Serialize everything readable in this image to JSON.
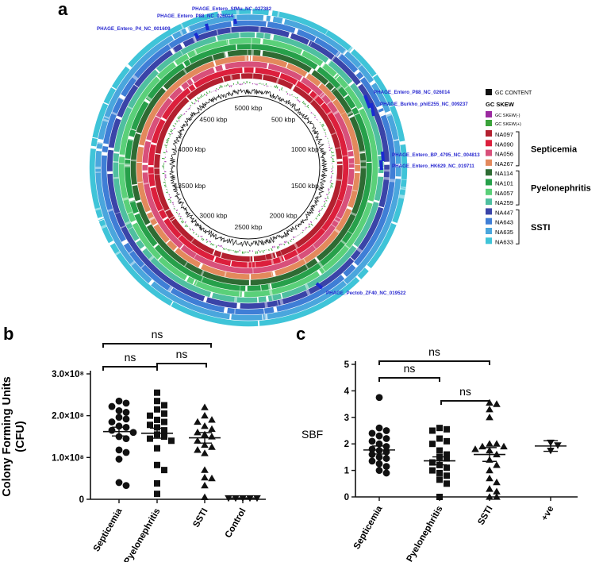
{
  "panel_a": {
    "letter": "a",
    "kbp_labels": [
      "5000 kbp",
      "500 kbp",
      "1000 kbp",
      "1500 kbp",
      "2000 kbp",
      "2500 kbp",
      "3000 kbp",
      "3500 kbp",
      "4000 kbp",
      "4500 kbp"
    ],
    "phage_labels": [
      "PHAGE_Entero_SfMu_NC_027382",
      "PHAGE_Entero_P88_NC_026014",
      "PHAGE_Entero_P4_NC_001609",
      "PHAGE_Entero_P88_NC_026014",
      "PHAGE_Burkho_phiE255_NC_009237",
      "PHAGE_Entero_BP_4795_NC_004813",
      "PHAGE_Entero_HK629_NC_019711",
      "PHAGE_Pectob_ZF40_NC_019522"
    ],
    "legend": {
      "gc_content": "GC CONTENT",
      "gc_skew": "GC SKEW",
      "gc_skew_neg": "GC SKEW(-)",
      "gc_skew_pos": "GC SKEW(+)",
      "isolates": [
        {
          "name": "NA097",
          "color": "#b3202f"
        },
        {
          "name": "NA090",
          "color": "#dc1f3c"
        },
        {
          "name": "NA056",
          "color": "#d8507a"
        },
        {
          "name": "NA267",
          "color": "#e3895c"
        },
        {
          "name": "NA114",
          "color": "#2e6b33"
        },
        {
          "name": "NA101",
          "color": "#26a04a"
        },
        {
          "name": "NA057",
          "color": "#5ad079"
        },
        {
          "name": "NA259",
          "color": "#4fbfa0"
        },
        {
          "name": "NA447",
          "color": "#3a44a8"
        },
        {
          "name": "NA643",
          "color": "#3f7ed6"
        },
        {
          "name": "NA635",
          "color": "#4aa6dd"
        },
        {
          "name": "NA633",
          "color": "#3fc4d8"
        }
      ],
      "groups": [
        "Septicemia",
        "Pyelonephritis",
        "SSTI"
      ],
      "gc_content_color": "#111111",
      "gc_skew_neg_color": "#9b2aa0",
      "gc_skew_pos_color": "#3aa23a"
    }
  },
  "panel_b": {
    "letter": "b"
  },
  "panel_c": {
    "letter": "c"
  },
  "chart_data": [
    {
      "type": "scatter",
      "panel": "b",
      "ylabel": "Colony Forming Units (CFU)",
      "ylabel_lines": [
        "Colony Forming Units",
        "(CFU)"
      ],
      "ytick_labels": [
        "0",
        "1.0×10⁸",
        "2.0×10⁸",
        "3.0×10⁸"
      ],
      "ytick_values": [
        0,
        100000000,
        200000000,
        300000000
      ],
      "ylim": [
        0,
        300000000
      ],
      "categories": [
        "Septicemia",
        "Pyelonephritis",
        "SSTI",
        "Control"
      ],
      "markers": [
        "circle",
        "square",
        "triangle",
        "triangle-down"
      ],
      "series": [
        {
          "values": [
            235000000,
            230000000,
            222000000,
            212000000,
            208000000,
            196000000,
            192000000,
            185000000,
            175000000,
            172000000,
            165000000,
            160000000,
            150000000,
            145000000,
            118000000,
            112000000,
            96000000,
            40000000,
            33000000
          ]
        },
        {
          "values": [
            255000000,
            235000000,
            225000000,
            215000000,
            205000000,
            200000000,
            190000000,
            185000000,
            178000000,
            172000000,
            165000000,
            155000000,
            150000000,
            145000000,
            140000000,
            122000000,
            82000000,
            70000000,
            38000000,
            13000000
          ]
        },
        {
          "values": [
            220000000,
            200000000,
            190000000,
            185000000,
            175000000,
            168000000,
            160000000,
            155000000,
            150000000,
            140000000,
            130000000,
            125000000,
            118000000,
            110000000,
            70000000,
            52000000,
            50000000,
            33000000,
            5000000
          ]
        },
        {
          "values": [
            3000000,
            3000000,
            3000000,
            3000000,
            3000000
          ]
        }
      ],
      "means": [
        162000000,
        158000000,
        147000000,
        3000000
      ],
      "sems": [
        10500000,
        12000000,
        12500000,
        500000
      ],
      "comparisons": [
        {
          "from": "Septicemia",
          "to": "SSTI",
          "label": "ns"
        },
        {
          "from": "Septicemia",
          "to": "Pyelonephritis",
          "label": "ns"
        },
        {
          "from": "Pyelonephritis",
          "to": "SSTI",
          "label": "ns"
        }
      ]
    },
    {
      "type": "scatter",
      "panel": "c",
      "ylabel": "SBF",
      "ytick_labels": [
        "0",
        "1",
        "2",
        "3",
        "4",
        "5"
      ],
      "ytick_values": [
        0,
        1,
        2,
        3,
        4,
        5
      ],
      "ylim": [
        0,
        5
      ],
      "categories": [
        "Septicemia",
        "Pyelonephritis",
        "SSTI",
        "+ve"
      ],
      "markers": [
        "circle",
        "square",
        "triangle",
        "triangle-down"
      ],
      "series": [
        {
          "values": [
            3.75,
            2.6,
            2.5,
            2.4,
            2.3,
            2.2,
            2.1,
            2.0,
            1.9,
            1.8,
            1.75,
            1.7,
            1.6,
            1.5,
            1.45,
            1.35,
            1.25,
            1.15,
            1.0,
            0.9
          ]
        },
        {
          "values": [
            2.6,
            2.55,
            2.5,
            2.2,
            2.1,
            2.0,
            1.75,
            1.6,
            1.5,
            1.45,
            1.3,
            1.2,
            1.1,
            1.0,
            0.9,
            0.8,
            0.65,
            0.5,
            0.0
          ]
        },
        {
          "values": [
            3.55,
            3.5,
            3.3,
            3.0,
            2.0,
            2.0,
            1.9,
            1.9,
            1.8,
            1.75,
            1.6,
            1.4,
            1.2,
            1.0,
            0.7,
            0.55,
            0.3,
            0.2,
            0.0,
            0.0
          ]
        },
        {
          "values": [
            2.05,
            1.95,
            1.75
          ]
        }
      ],
      "means": [
        1.77,
        1.36,
        1.6,
        1.92
      ],
      "sems": [
        0.15,
        0.15,
        0.26,
        0.2
      ],
      "comparisons": [
        {
          "from": "Septicemia",
          "to": "SSTI",
          "label": "ns"
        },
        {
          "from": "Septicemia",
          "to": "Pyelonephritis",
          "label": "ns"
        },
        {
          "from": "Pyelonephritis",
          "to": "SSTI",
          "label": "ns"
        }
      ]
    }
  ]
}
